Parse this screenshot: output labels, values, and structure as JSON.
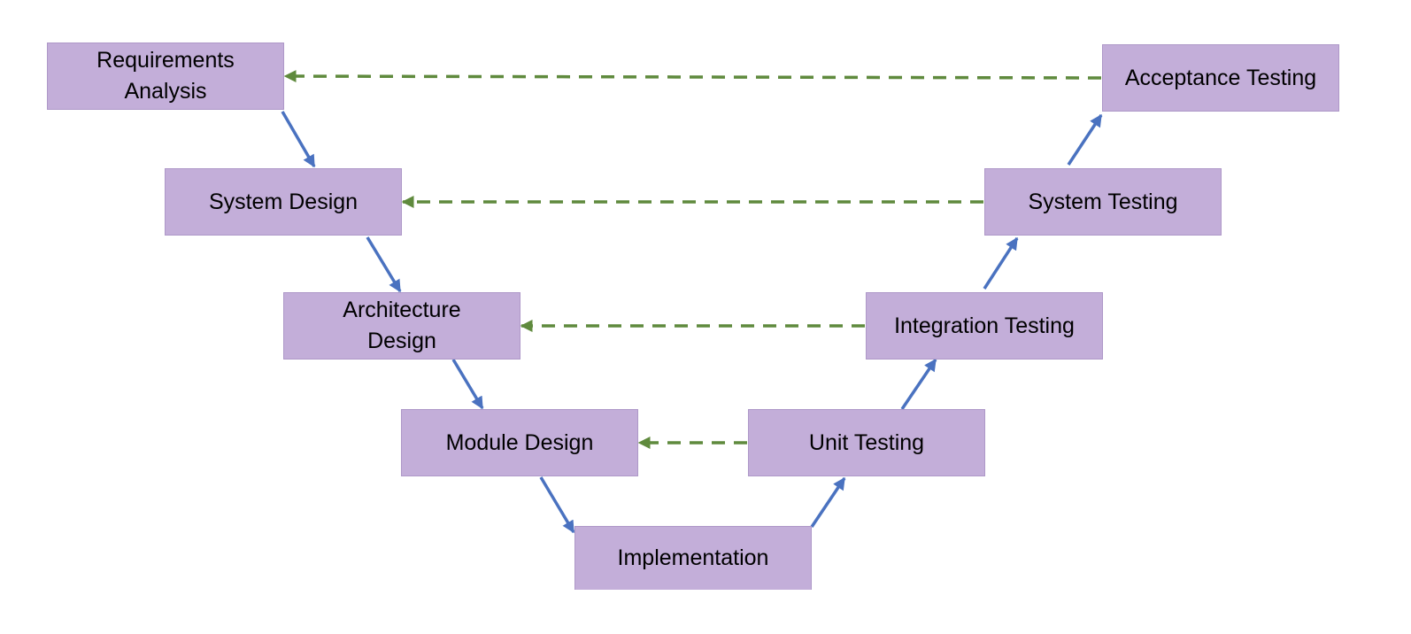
{
  "diagram": {
    "title": "",
    "colors": {
      "node_fill": "#c3aed9",
      "node_border": "#ae98c8",
      "flow_arrow": "#4a72c0",
      "verification_arrow": "#5f8a3d"
    },
    "nodes": {
      "requirements_analysis": "Requirements Analysis",
      "system_design": "System Design",
      "architecture_design": "Architecture Design",
      "module_design": "Module Design",
      "implementation": "Implementation",
      "unit_testing": "Unit Testing",
      "integration_testing": "Integration Testing",
      "system_testing": "System Testing",
      "acceptance_testing": "Acceptance Testing"
    },
    "flow_edges": [
      {
        "from": "requirements_analysis",
        "to": "system_design"
      },
      {
        "from": "system_design",
        "to": "architecture_design"
      },
      {
        "from": "architecture_design",
        "to": "module_design"
      },
      {
        "from": "module_design",
        "to": "implementation"
      },
      {
        "from": "implementation",
        "to": "unit_testing"
      },
      {
        "from": "unit_testing",
        "to": "integration_testing"
      },
      {
        "from": "integration_testing",
        "to": "system_testing"
      },
      {
        "from": "system_testing",
        "to": "acceptance_testing"
      }
    ],
    "verification_edges": [
      {
        "from": "acceptance_testing",
        "to": "requirements_analysis",
        "style": "dashed"
      },
      {
        "from": "system_testing",
        "to": "system_design",
        "style": "dashed"
      },
      {
        "from": "integration_testing",
        "to": "architecture_design",
        "style": "dashed"
      },
      {
        "from": "unit_testing",
        "to": "module_design",
        "style": "dashed"
      }
    ]
  }
}
